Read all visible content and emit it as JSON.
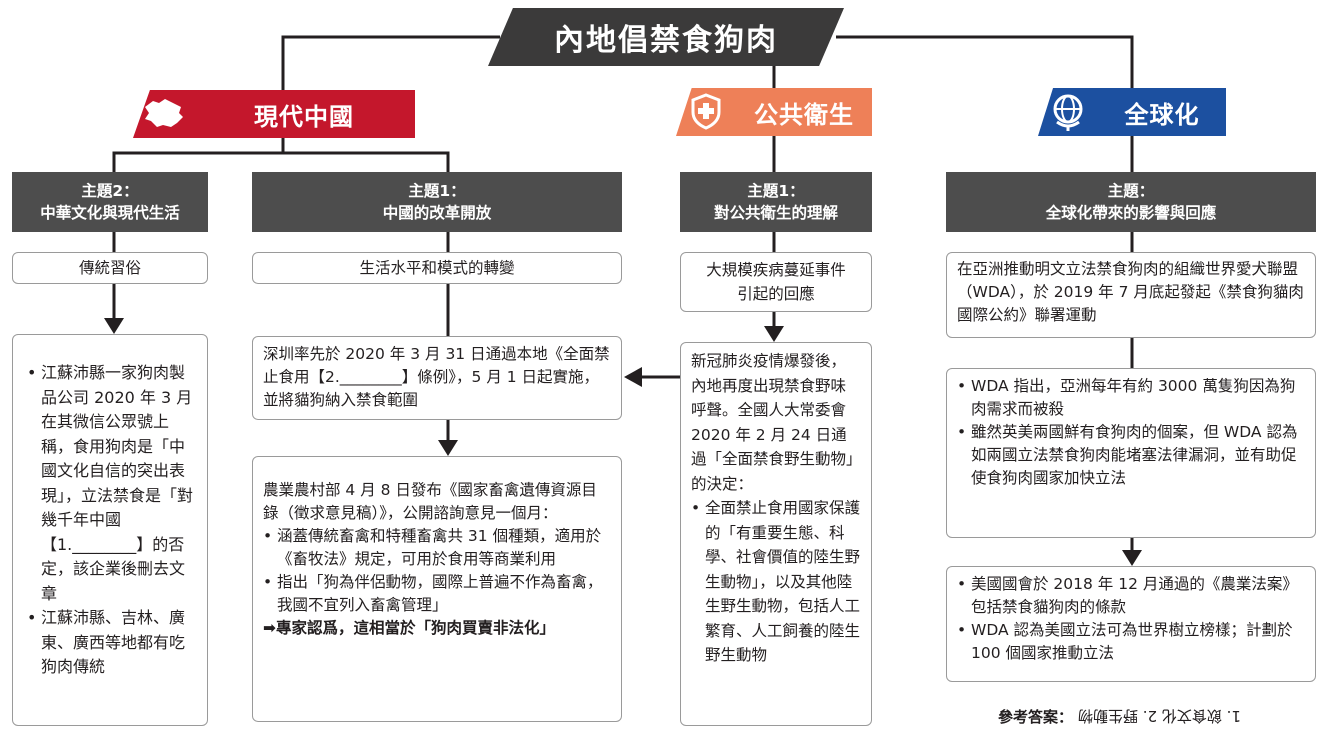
{
  "title": "內地倡禁食狗肉",
  "categories": {
    "modern_china": "現代中國",
    "public_health": "公共衛生",
    "globalization": "全球化"
  },
  "icons": {
    "modern_china": "china-map-icon",
    "public_health": "medical-shield-icon",
    "globalization": "globe-icon"
  },
  "colors": {
    "red": "#c4172c",
    "orange": "#ee8058",
    "blue": "#1c50a0",
    "dark": "#4d4d4d"
  },
  "themes": {
    "china_t2": {
      "line1": "主題2：",
      "line2": "中華文化與現代生活"
    },
    "china_t1": {
      "line1": "主題1：",
      "line2": "中國的改革開放"
    },
    "health_t1": {
      "line1": "主題1：",
      "line2": "對公共衛生的理解"
    },
    "global_t": {
      "line1": "主題：",
      "line2": "全球化帶來的影響與回應"
    }
  },
  "subtopics": {
    "tradition": "傳統習俗",
    "living": "生活水平和模式的轉變",
    "epidemic_line1": "大規模疾病蔓延事件",
    "epidemic_line2": "引起的回應",
    "wda": "在亞洲推動明文立法禁食狗肉的組織世界愛犬聯盟（WDA），於 2019 年 7 月底起發起《禁食狗貓肉國際公約》聯署運動"
  },
  "boxes": {
    "tradition_b1": "江蘇沛縣一家狗肉製品公司 2020 年 3 月在其微信公眾號上稱，食用狗肉是「中國文化自信的突出表現」，立法禁食是「對幾千年中國【1.________】的否定，該企業後刪去文章",
    "tradition_b2": "江蘇沛縣、吉林、廣東、廣西等地都有吃狗肉傳統",
    "shenzhen": "深圳率先於 2020 年 3 月 31 日通過本地《全面禁止食用【2.________】條例》，5 月 1 日起實施，並將貓狗納入禁食範圍",
    "agri_intro": "農業農村部 4 月 8 日發布《國家畜禽遺傳資源目錄（徵求意見稿）》，公開諮詢意見一個月：",
    "agri_b1": "涵蓋傳統畜禽和特種畜禽共 31 個種類，適用於《畜牧法》規定，可用於食用等商業利用",
    "agri_b2": "指出「狗為伴侶動物，國際上普遍不作為畜禽，我國不宜列入畜禽管理」",
    "agri_conclusion": "➡專家認爲，這相當於「狗肉買賣非法化」",
    "covid_intro": "新冠肺炎疫情爆發後，內地再度出現禁食野味呼聲。全國人大常委會 2020 年 2 月 24 日通過「全面禁食野生動物」的決定：",
    "covid_b1": "全面禁止食用國家保護的「有重要生態、科學、社會價值的陸生野生動物」，以及其他陸生野生動物，包括人工繁育、人工飼養的陸生野生動物",
    "wda_b1": "WDA 指出，亞洲每年有約 3000 萬隻狗因為狗肉需求而被殺",
    "wda_b2": "雖然英美兩國鮮有食狗肉的個案，但 WDA 認為如兩國立法禁食狗肉能堵塞法律漏洞，並有助促使食狗肉國家加快立法",
    "us_b1": "美國國會於 2018 年 12 月通過的《農業法案》包括禁食貓狗肉的條款",
    "us_b2": "WDA 認為美國立法可為世界樹立榜樣；計劃於 100 個國家推動立法"
  },
  "answer": {
    "label": "參考答案：",
    "text": "1. 飲食文化  2. 野生動物"
  }
}
